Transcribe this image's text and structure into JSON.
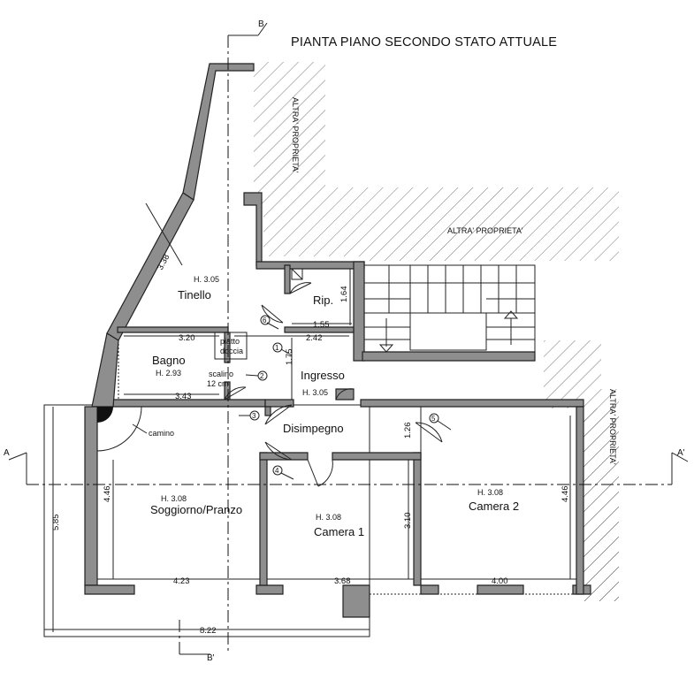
{
  "title": "PIANTA PIANO SECONDO STATO ATTUALE",
  "neighbors": {
    "left_vertical": "ALTRA' PROPRIETA'",
    "top_center": "ALTRA' PROPRIETA'",
    "right_vertical": "ALTRA' PROPRIETA'"
  },
  "section_marks": {
    "b_top": "B",
    "b_bottom": "B'",
    "a_left": "A",
    "a_right": "A'"
  },
  "rooms": {
    "tinello": {
      "name": "Tinello",
      "height": "H. 3.05"
    },
    "rip": {
      "name": "Rip."
    },
    "bagno": {
      "name": "Bagno",
      "height": "H. 2.93"
    },
    "ingresso": {
      "name": "Ingresso",
      "height": "H. 3.05"
    },
    "disimpegno": {
      "name": "Disimpegno"
    },
    "soggiorno": {
      "name": "Soggiorno/Pranzo",
      "height": "H. 3.08"
    },
    "camera1": {
      "name": "Camera 1",
      "height": "H. 3.08"
    },
    "camera2": {
      "name": "Camera 2",
      "height": "H. 3.08"
    }
  },
  "notes": {
    "piatto": "piatto",
    "doccia": "doccia",
    "scalino": "scalino",
    "scalino_h": "12 cm",
    "camino": "camino"
  },
  "dimensions": {
    "d338": "3.38",
    "d164": "1.64",
    "d155": "1.55",
    "d320": "3.20",
    "d242": "2.42",
    "d175": "1.75",
    "d343": "3.43",
    "d126": "1.26",
    "d446_left": "4.46",
    "d446_right": "4.46",
    "d585": "5.85",
    "d310": "3.10",
    "d423": "4.23",
    "d368": "3.68",
    "d400": "4.00",
    "d822": "8.22"
  },
  "markers": [
    "1",
    "2",
    "3",
    "4",
    "5",
    "6"
  ]
}
